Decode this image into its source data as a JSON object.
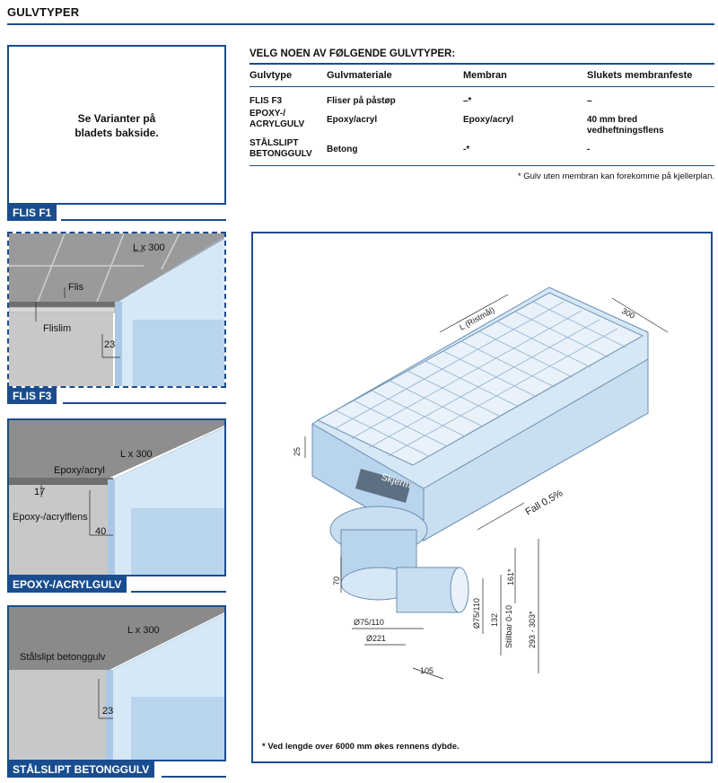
{
  "page_title": "GULVTYPER",
  "flis_f1": {
    "label": "FLIS F1",
    "text_line1": "Se Varianter på",
    "text_line2": "bladets bakside."
  },
  "table": {
    "heading": "VELG NOEN AV FØLGENDE GULVTYPER:",
    "columns": [
      "Gulvtype",
      "Gulvmateriale",
      "Membran",
      "Slukets membranfeste"
    ],
    "rows": [
      {
        "type_line1": "FLIS F3",
        "type_line2": "",
        "material": "Fliser på påstøp",
        "membrane": "–*",
        "fastening": "–"
      },
      {
        "type_line1": "EPOXY-/",
        "type_line2": "ACRYLGULV",
        "material": "Epoxy/acryl",
        "membrane": "Epoxy/acryl",
        "fastening": "40 mm bred vedheftningsflens"
      },
      {
        "type_line1": "STÅLSLIPT",
        "type_line2": "BETONGGULV",
        "material": "Betong",
        "membrane": "-*",
        "fastening": "-"
      }
    ],
    "footnote": "* Gulv uten membran kan forekomme på kjellerplan."
  },
  "flis_f3": {
    "label": "FLIS F3",
    "dim_length": "L x 300",
    "label_tile": "Flis",
    "label_adhesive": "Flislim",
    "dim_height": "23"
  },
  "epoxy": {
    "label": "EPOXY-/ACRYLGULV",
    "dim_length": "L x 300",
    "label_coating": "Epoxy/acryl",
    "label_flange": "Epoxy-/acrylflens",
    "dim_height": "17",
    "dim_width": "40"
  },
  "stalslipt": {
    "label": "STÅLSLIPT BETONGGULV",
    "dim_length": "L x 300",
    "label_floor": "Stålslipt betonggulv",
    "dim_height": "23"
  },
  "drawing": {
    "dim_length": "L (Ristmål)",
    "dim_width": "300",
    "dim_rim": "25",
    "label_shield": "Skjerm",
    "label_fall": "Fall 0,5%",
    "dim_70": "70",
    "dim_d75_110a": "Ø75/110",
    "dim_d221": "Ø221",
    "dim_d75_110b": "Ø75/110",
    "dim_132": "132",
    "dim_adjust": "Stillbar 0-10",
    "dim_161": "161*",
    "dim_293": "293 - 303*",
    "dim_105": "105",
    "footnote": "* Ved lengde over 6000 mm økes rennens dybde."
  },
  "colors": {
    "brand_blue": "#1a4d8f",
    "steel_light": "#d6e7f5",
    "steel_mid": "#a9c8e6",
    "tile_gray": "#9a9a9a",
    "concrete_gray": "#c8c8c8"
  }
}
